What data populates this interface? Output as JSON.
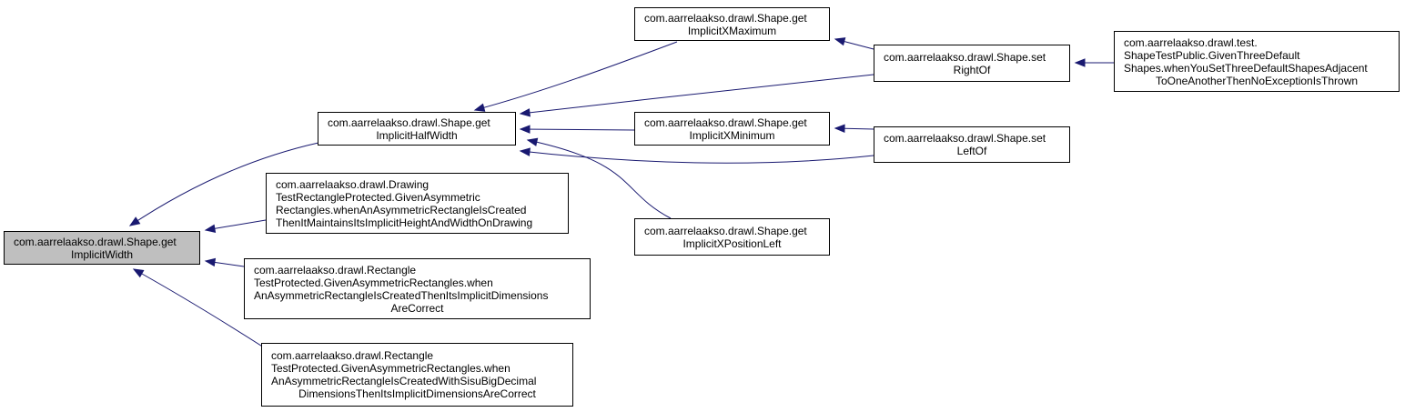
{
  "graph": {
    "edge_color": "#191970",
    "focus_fill": "#bfbfbf",
    "nodes": [
      {
        "id": "n0",
        "lines": [
          "com.aarrelaakso.drawl.Shape.get",
          "ImplicitWidth"
        ],
        "focus": true
      },
      {
        "id": "n1",
        "lines": [
          "com.aarrelaakso.drawl.Shape.get",
          "ImplicitHalfWidth"
        ]
      },
      {
        "id": "n2",
        "lines": [
          "com.aarrelaakso.drawl.Drawing",
          "TestRectangleProtected.GivenAsymmetric",
          "Rectangles.whenAnAsymmetricRectangleIsCreated",
          "ThenItMaintainsItsImplicitHeightAndWidthOnDrawing"
        ]
      },
      {
        "id": "n3",
        "lines": [
          "com.aarrelaakso.drawl.Rectangle",
          "TestProtected.GivenAsymmetricRectangles.when",
          "AnAsymmetricRectangleIsCreatedThenItsImplicitDimensions",
          "AreCorrect"
        ]
      },
      {
        "id": "n4",
        "lines": [
          "com.aarrelaakso.drawl.Rectangle",
          "TestProtected.GivenAsymmetricRectangles.when",
          "AnAsymmetricRectangleIsCreatedWithSisuBigDecimal",
          "DimensionsThenItsImplicitDimensionsAreCorrect"
        ]
      },
      {
        "id": "n5",
        "lines": [
          "com.aarrelaakso.drawl.Shape.get",
          "ImplicitXMaximum"
        ]
      },
      {
        "id": "n6",
        "lines": [
          "com.aarrelaakso.drawl.Shape.get",
          "ImplicitXMinimum"
        ]
      },
      {
        "id": "n7",
        "lines": [
          "com.aarrelaakso.drawl.Shape.get",
          "ImplicitXPositionLeft"
        ]
      },
      {
        "id": "n8",
        "lines": [
          "com.aarrelaakso.drawl.Shape.set",
          "RightOf"
        ]
      },
      {
        "id": "n9",
        "lines": [
          "com.aarrelaakso.drawl.Shape.set",
          "LeftOf"
        ]
      },
      {
        "id": "n10",
        "lines": [
          "com.aarrelaakso.drawl.test.",
          "ShapeTestPublic.GivenThreeDefault",
          "Shapes.whenYouSetThreeDefaultShapesAdjacent",
          "ToOneAnotherThenNoExceptionIsThrown"
        ]
      }
    ],
    "edges": [
      {
        "from": "n1",
        "to": "n0"
      },
      {
        "from": "n2",
        "to": "n0"
      },
      {
        "from": "n3",
        "to": "n0"
      },
      {
        "from": "n4",
        "to": "n0"
      },
      {
        "from": "n5",
        "to": "n1"
      },
      {
        "from": "n8",
        "to": "n1"
      },
      {
        "from": "n6",
        "to": "n1"
      },
      {
        "from": "n9",
        "to": "n1"
      },
      {
        "from": "n7",
        "to": "n1"
      },
      {
        "from": "n8",
        "to": "n5"
      },
      {
        "from": "n9",
        "to": "n6"
      },
      {
        "from": "n10",
        "to": "n8"
      }
    ]
  }
}
